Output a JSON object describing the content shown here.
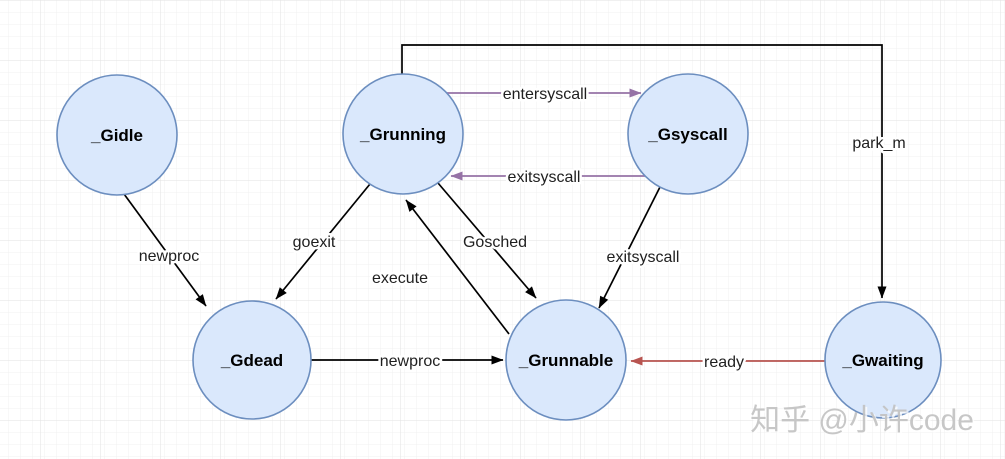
{
  "colors": {
    "background": "#ffffff",
    "grid_minor": "#f1f1f1",
    "grid_major": "#e2e2e2",
    "node_fill": "#dae8fc",
    "node_border": "#6c8ebf",
    "edge_black": "#000000",
    "edge_purple": "#9673a6",
    "edge_red": "#b85450",
    "label_text": "#1f1f1f",
    "watermark_text": "#c2c2c2"
  },
  "nodes": [
    {
      "id": "gidle",
      "label": "_Gidle"
    },
    {
      "id": "grunning",
      "label": "_Grunning"
    },
    {
      "id": "gsyscall",
      "label": "_Gsyscall"
    },
    {
      "id": "gdead",
      "label": "_Gdead"
    },
    {
      "id": "grunnable",
      "label": "_Grunnable"
    },
    {
      "id": "gwaiting",
      "label": "_Gwaiting"
    }
  ],
  "edges": [
    {
      "id": "newproc-idle-dead",
      "label": "newproc",
      "from": "_Gidle",
      "to": "_Gdead",
      "color": "#000000"
    },
    {
      "id": "goexit",
      "label": "goexit",
      "from": "_Grunning",
      "to": "_Gdead",
      "color": "#000000"
    },
    {
      "id": "newproc-dead-runnable",
      "label": "newproc",
      "from": "_Gdead",
      "to": "_Grunnable",
      "color": "#000000"
    },
    {
      "id": "execute",
      "label": "execute",
      "from": "_Grunnable",
      "to": "_Grunning",
      "color": "#000000"
    },
    {
      "id": "gosched",
      "label": "Gosched",
      "from": "_Grunning",
      "to": "_Grunnable",
      "color": "#000000"
    },
    {
      "id": "exitsyscall-runnable",
      "label": "exitsyscall",
      "from": "_Gsyscall",
      "to": "_Grunnable",
      "color": "#000000"
    },
    {
      "id": "entersyscall",
      "label": "entersyscall",
      "from": "_Grunning",
      "to": "_Gsyscall",
      "color": "#9673a6"
    },
    {
      "id": "exitsyscall-running",
      "label": "exitsyscall",
      "from": "_Gsyscall",
      "to": "_Grunning",
      "color": "#9673a6"
    },
    {
      "id": "park-m",
      "label": "park_m",
      "from": "_Grunning",
      "to": "_Gwaiting",
      "color": "#000000"
    },
    {
      "id": "ready",
      "label": "ready",
      "from": "_Gwaiting",
      "to": "_Grunnable",
      "color": "#b85450"
    }
  ],
  "watermark": {
    "text": "知乎 @小许code"
  }
}
